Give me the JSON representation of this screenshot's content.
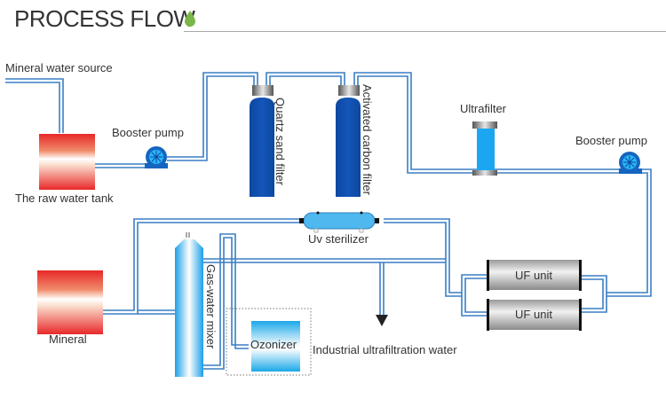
{
  "header": {
    "title": "PROCESS FLOW",
    "icon": "water-drop-icon",
    "accent_color": "#7ab648"
  },
  "colors": {
    "pipe": "#3a7fc4",
    "tank_red": "#e8302a",
    "filter_blue": "#0d47a1",
    "light_blue": "#29b6f6",
    "pump_blue": "#1565c0"
  },
  "components": {
    "mineral_water_source": "Mineral water source",
    "raw_water_tank": "The raw water tank",
    "booster_pump_1": "Booster pump",
    "quartz_sand_filter": "Quartz sand filter",
    "activated_carbon_filter": "Activated carbon filter",
    "ultrafilter": "Ultrafilter",
    "booster_pump_2": "Booster pump",
    "uv_sterilizer": "Uv sterilizer",
    "uf_unit_1": "UF unit",
    "uf_unit_2": "UF unit",
    "mineral": "Mineral",
    "gas_water_mixer": "Gas-water mixer",
    "ozonizer": "Ozonizer",
    "industrial_water": "Industrial ultrafiltration water"
  }
}
